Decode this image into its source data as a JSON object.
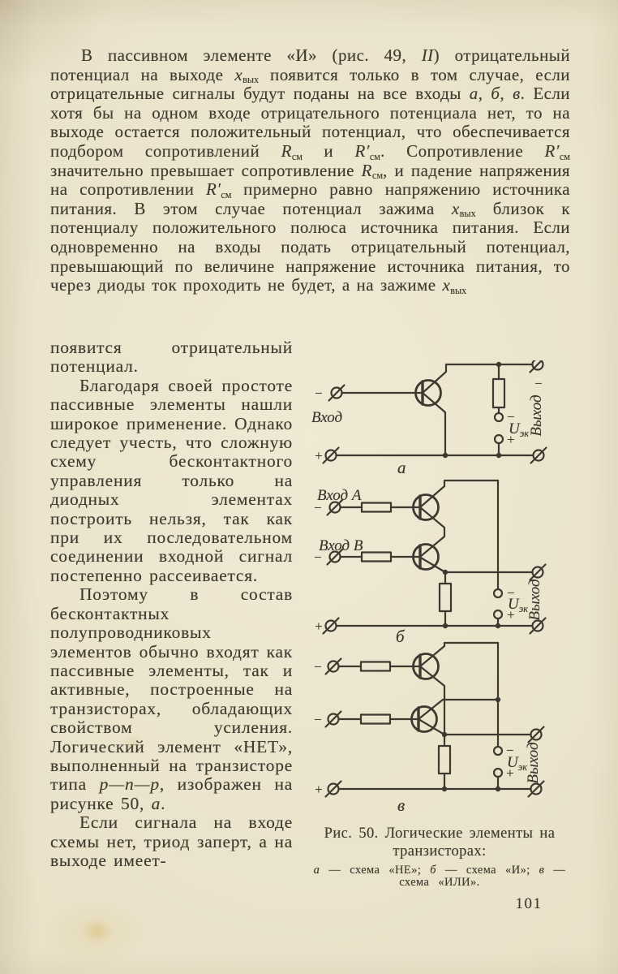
{
  "page": {
    "number": "101"
  },
  "intro": {
    "text": "В пассивном элементе «И» (рис. 49, [[i]]II[[/i]]) отрицательный потенциал на выходе [[i]]x[[/i]][[sub]]вых[[/sub]] появится только в том случае, если отрицательные сигналы будут поданы на все входы [[i]]а, б, в[[/i]]. Если хотя бы на одном входе отрицательного потенциала нет, то на выходе остается положительный потенциал, что обеспечивается подбором сопротивлений [[i]]R[[/i]][[sub]]см[[/sub]] и [[i]]R′[[/i]][[sub]]см[[/sub]]. Сопротивление [[i]]R′[[/i]][[sub]]см[[/sub]] значительно превышает сопротивление [[i]]R[[/i]][[sub]]см[[/sub]], и падение напряжения на сопротивлении [[i]]R′[[/i]][[sub]]см[[/sub]] примерно равно напряжению источника питания. В этом случае потенциал зажима [[i]]x[[/i]][[sub]]вых[[/sub]] близок к потенциалу положительного полюса источника питания. Если одновременно на входы подать отрицательный потенциал, превышающий по величине напряжение источника питания, то через диоды ток проходить не будет, а на зажиме [[i]]x[[/i]][[sub]]вых[[/sub]]"
  },
  "left_column": {
    "para1_cont": "появится отрицательный потенциал.",
    "para2": "Благодаря своей простоте пассивные элементы нашли широкое применение. Однако следует учесть, что сложную схему бесконтактного управления только на диодных элементах построить нельзя, так как при их последовательном соединении входной сигнал постепенно рассеивается.",
    "para3": "Поэтому в состав бесконтактных полупроводниковых элементов обычно входят как пассивные элементы, так и активные, построенные на транзисторах, обладающих свойством усиления. Логический элемент «НЕТ», выполненный на транзисторе типа [[i]]p—n—p[[/i]], изображен на рисунке 50, [[i]]а[[/i]].",
    "para4": "Если сигнала на входе схемы нет, триод заперт, а на выходе имеет-"
  },
  "figure": {
    "labels": {
      "input": "Вход",
      "input_a": "Вход А",
      "input_b": "Вход В",
      "output": "Выход",
      "u_main": "U",
      "u_sub": "эк",
      "minus": "−",
      "plus": "+",
      "scheme_a": "а",
      "scheme_b": "б",
      "scheme_c": "в"
    },
    "caption_title": "Рис. 50. Логические элементы на транзисторах:",
    "caption_sub": "[[i]]а[[/i]] — схема «НЕ»; [[i]]б[[/i]] — схема «И»; [[i]]в[[/i]] — схема «ИЛИ»."
  }
}
